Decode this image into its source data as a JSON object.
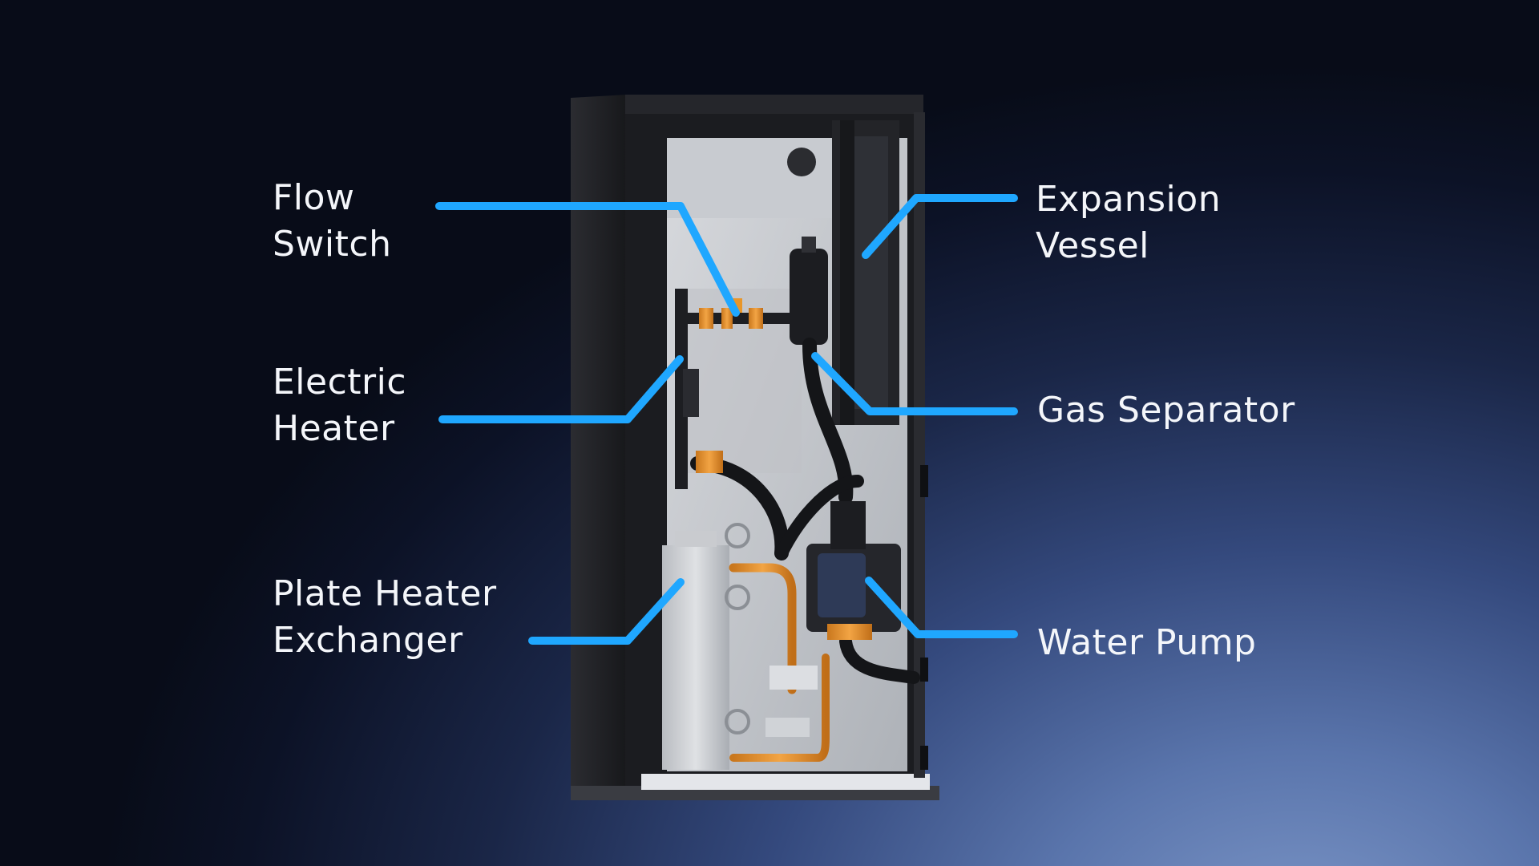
{
  "labels": {
    "flow_switch": [
      "Flow",
      "Switch"
    ],
    "electric_heater": [
      "Electric",
      "Heater"
    ],
    "plate_heater_exchanger": [
      "Plate Heater",
      "Exchanger"
    ],
    "expansion_vessel": [
      "Expansion",
      "Vessel"
    ],
    "gas_separator": [
      "Gas Separator"
    ],
    "water_pump": [
      "Water Pump"
    ]
  },
  "colors": {
    "callout_line": "#1fa7ff",
    "text": "#f4f6fa",
    "pipe_copper": "#e8962a",
    "unit_frame": "#1c1d21",
    "panel_silver": "#c9ccd1"
  }
}
